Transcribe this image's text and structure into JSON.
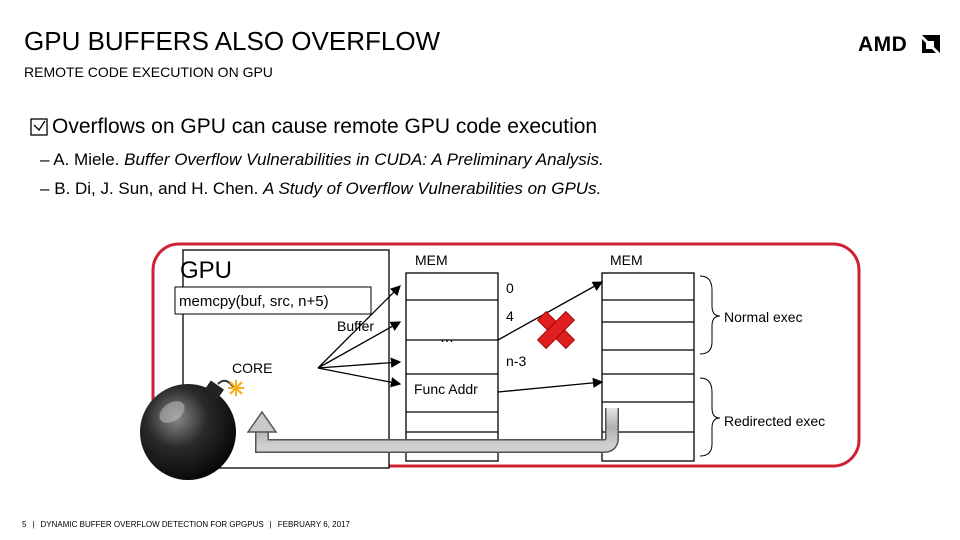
{
  "header": {
    "title": "GPU BUFFERS ALSO OVERFLOW",
    "subtitle": "REMOTE CODE EXECUTION ON GPU",
    "logo_text": "AMD"
  },
  "content": {
    "bullet": "Overflows on GPU can cause remote GPU code execution",
    "bullet_icon": "checkbox-arrow-icon",
    "refs": [
      {
        "authors": "A. Miele.",
        "title": "Buffer Overflow Vulnerabilities in CUDA: A Preliminary Analysis."
      },
      {
        "authors": "B. Di, J. Sun, and H. Chen.",
        "title": "A Study of Overflow Vulnerabilities on GPUs."
      }
    ]
  },
  "diagram": {
    "gpu_label": "GPU",
    "code_label": "memcpy(buf, src, n+5)",
    "buffer_label": "Buffer",
    "core_label": "CORE",
    "mem_left_label": "MEM",
    "mem_right_label": "MEM",
    "slot_0": "0",
    "slot_4": "4",
    "dots": "…",
    "slot_n3": "n-3",
    "func_addr": "Func Addr",
    "normal_exec": "Normal exec",
    "redirected_exec": "Redirected exec",
    "bomb_icon": "bomb-icon",
    "cross_icon": "red-x-icon",
    "colors": {
      "border_red": "#cc2233",
      "cross_red": "#e02020",
      "arrow_gray": "#b8b8b8"
    }
  },
  "footer": {
    "page": "5",
    "title": "DYNAMIC BUFFER OVERFLOW DETECTION FOR GPGPUS",
    "date": "FEBRUARY 6, 2017"
  }
}
